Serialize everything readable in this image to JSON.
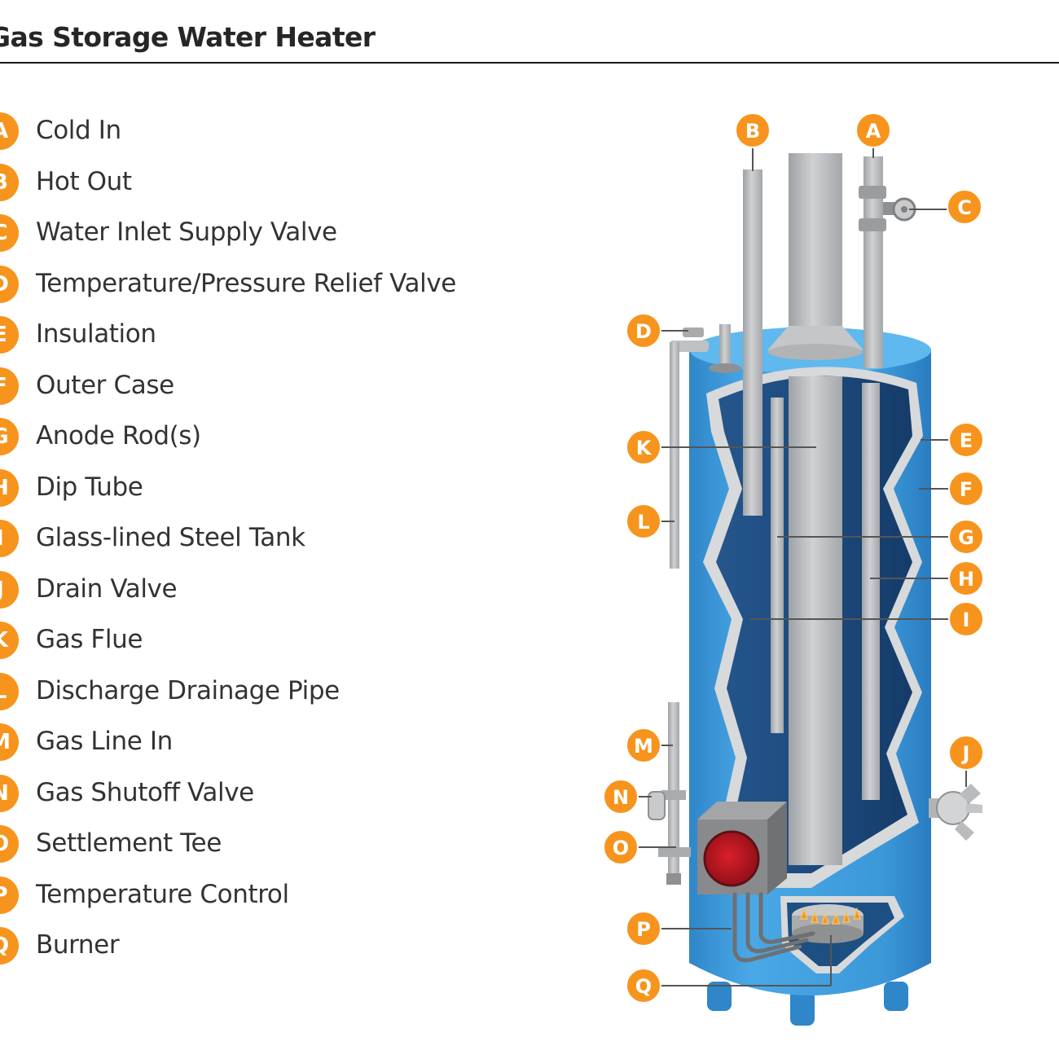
{
  "title": "Gas Storage Water Heater",
  "legend": [
    {
      "letter": "A",
      "label": "Cold In"
    },
    {
      "letter": "B",
      "label": "Hot Out"
    },
    {
      "letter": "C",
      "label": "Water Inlet Supply Valve"
    },
    {
      "letter": "D",
      "label": "Temperature/Pressure Relief Valve"
    },
    {
      "letter": "E",
      "label": "Insulation"
    },
    {
      "letter": "F",
      "label": "Outer Case"
    },
    {
      "letter": "G",
      "label": "Anode Rod(s)"
    },
    {
      "letter": "H",
      "label": "Dip Tube"
    },
    {
      "letter": "I",
      "label": "Glass-lined Steel Tank"
    },
    {
      "letter": "J",
      "label": "Drain Valve"
    },
    {
      "letter": "K",
      "label": "Gas Flue"
    },
    {
      "letter": "L",
      "label": "Discharge Drainage Pipe"
    },
    {
      "letter": "M",
      "label": "Gas Line In"
    },
    {
      "letter": "N",
      "label": "Gas Shutoff Valve"
    },
    {
      "letter": "O",
      "label": "Settlement Tee"
    },
    {
      "letter": "P",
      "label": "Temperature Control"
    },
    {
      "letter": "Q",
      "label": "Burner"
    }
  ],
  "callouts": [
    "A",
    "B",
    "C",
    "D",
    "E",
    "F",
    "G",
    "H",
    "I",
    "J",
    "K",
    "L",
    "M",
    "N",
    "O",
    "P",
    "Q"
  ],
  "colors": {
    "accent": "#f7941d",
    "outer_case": "#3a9ad9",
    "tank_interior": "#1d4f82",
    "pipe": "#bfc1c3",
    "insulation": "#d8dadc",
    "burner_knob": "#c1121f"
  }
}
